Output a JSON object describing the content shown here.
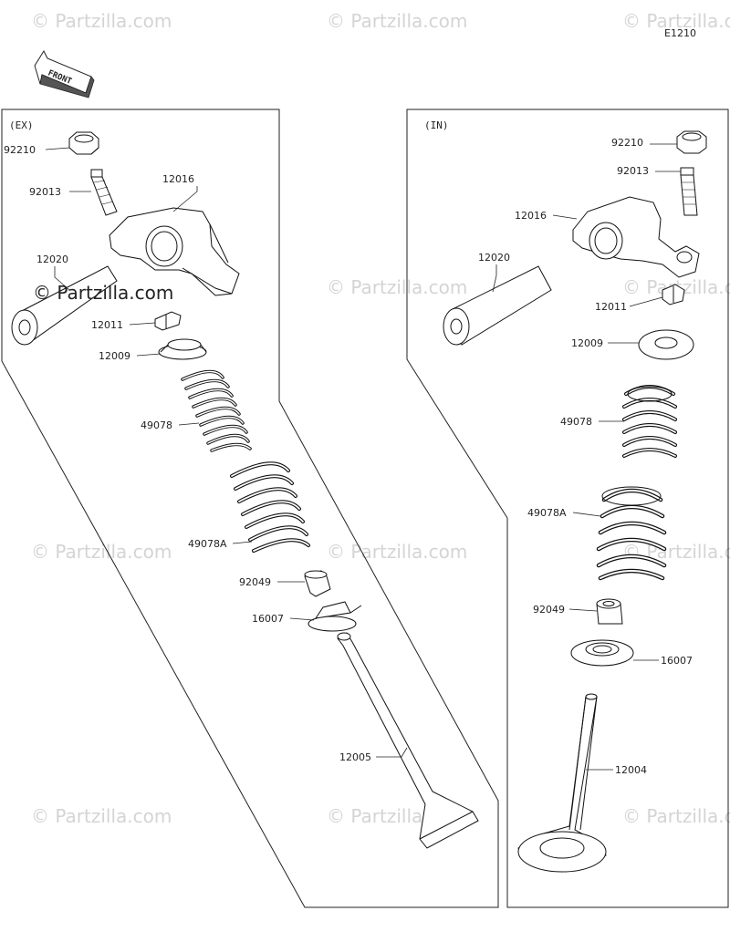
{
  "diagram_code": "E1210",
  "front_label": "FRONT",
  "watermark_text": "© Partzilla.com",
  "watermark_overlay": "© Partzilla.com",
  "groups": {
    "ex": "(EX)",
    "in": "(IN)"
  },
  "ex_parts": {
    "p92210": "92210",
    "p92013": "92013",
    "p12016": "12016",
    "p12020": "12020",
    "p12011": "12011",
    "p12009": "12009",
    "p49078": "49078",
    "p49078A": "49078A",
    "p92049": "92049",
    "p16007": "16007",
    "p12005": "12005"
  },
  "in_parts": {
    "p92210": "92210",
    "p92013": "92013",
    "p12016": "12016",
    "p12020": "12020",
    "p12011": "12011",
    "p12009": "12009",
    "p49078": "49078",
    "p49078A": "49078A",
    "p92049": "92049",
    "p16007": "16007",
    "p12004": "12004"
  },
  "colors": {
    "line": "#222222",
    "watermark": "#d4d4d4",
    "part_fill": "#ffffff",
    "shade": "#444444"
  }
}
